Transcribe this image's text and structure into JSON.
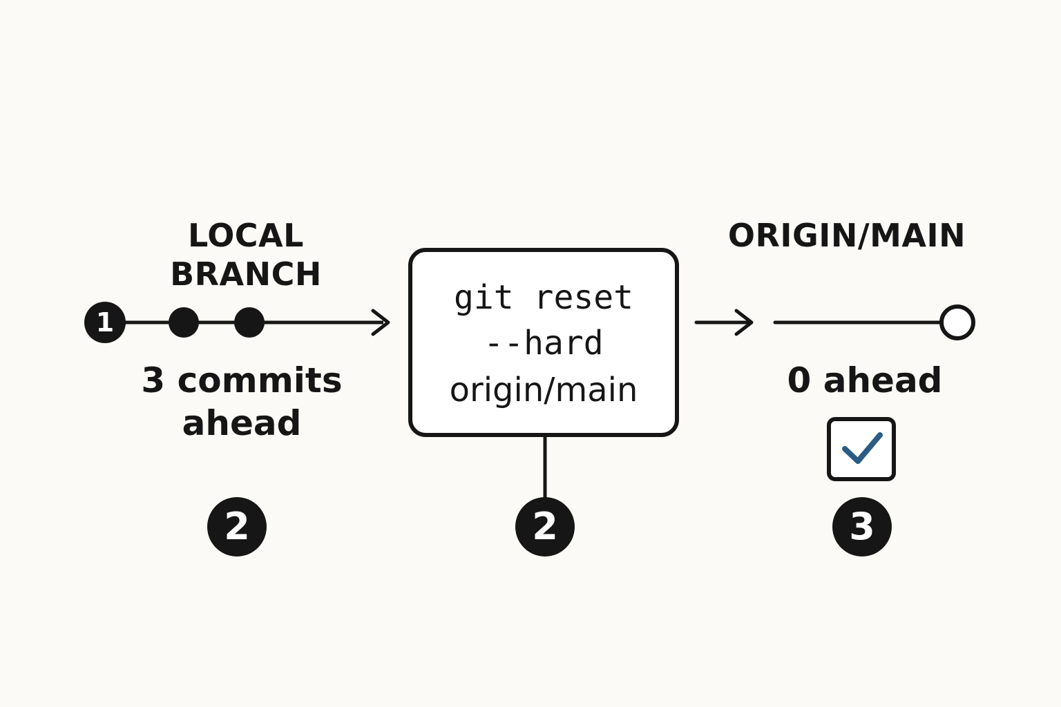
{
  "local": {
    "heading_line1": "LOCAL",
    "heading_line2": "BRANCH",
    "start_marker": "1",
    "status_line1": "3 commits",
    "status_line2": "ahead",
    "step_badge": "2"
  },
  "command": {
    "line1": "git reset",
    "line2": "--hard",
    "line3": "origin/main",
    "step_badge": "2"
  },
  "remote": {
    "heading": "ORIGIN/MAIN",
    "status": "0 ahead",
    "step_badge": "3",
    "checked": true
  },
  "colors": {
    "ink": "#161616",
    "check": "#2a5c86",
    "background": "#fbfaf6"
  }
}
